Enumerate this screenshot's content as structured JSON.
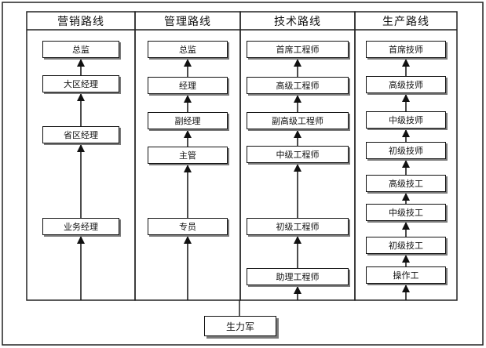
{
  "diagram": {
    "root": {
      "label": "生力军"
    },
    "columns": [
      {
        "title": "营销路线",
        "nodes": [
          "总监",
          "大区经理",
          "省区经理",
          "业务经理"
        ]
      },
      {
        "title": "管理路线",
        "nodes": [
          "总监",
          "经理",
          "副经理",
          "主管",
          "专员"
        ]
      },
      {
        "title": "技术路线",
        "nodes": [
          "首席工程师",
          "高级工程师",
          "副高级工程师",
          "中级工程师",
          "初级工程师",
          "助理工程师"
        ]
      },
      {
        "title": "生产路线",
        "nodes": [
          "首席技师",
          "高级技师",
          "中级技师",
          "初级技师",
          "高级技工",
          "中级技工",
          "初级技工",
          "操作工"
        ]
      }
    ]
  }
}
